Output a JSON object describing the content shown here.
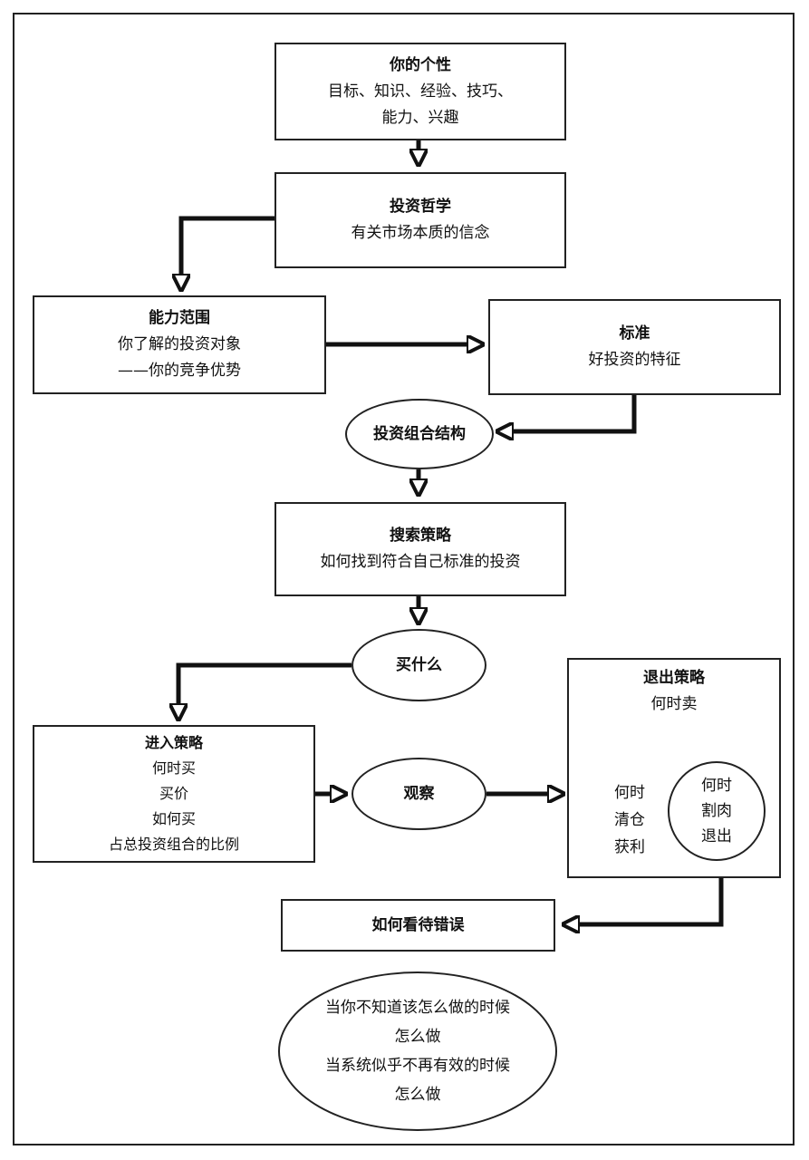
{
  "personality": {
    "title": "你的个性",
    "lines": [
      "目标、知识、经验、技巧、",
      "能力、兴趣"
    ]
  },
  "philosophy": {
    "title": "投资哲学",
    "line": "有关市场本质的信念"
  },
  "competence": {
    "title": "能力范围",
    "lines": [
      "你了解的投资对象",
      "——你的竞争优势"
    ]
  },
  "criteria": {
    "title": "标准",
    "line": "好投资的特征"
  },
  "portfolio": {
    "label": "投资组合结构"
  },
  "search": {
    "title": "搜索策略",
    "line": "如何找到符合自己标准的投资"
  },
  "what_to_buy": {
    "label": "买什么"
  },
  "entry": {
    "title": "进入策略",
    "lines": [
      "何时买",
      "买价",
      "如何买",
      "占总投资组合的比例"
    ]
  },
  "observe": {
    "label": "观察"
  },
  "exit": {
    "title": "退出策略",
    "line": "何时卖",
    "profit": [
      "何时",
      "清仓",
      "获利"
    ],
    "stoploss": [
      "何时",
      "割肉",
      "退出"
    ]
  },
  "mistakes": {
    "label": "如何看待错误"
  },
  "unknown": {
    "lines": [
      "当你不知道该怎么做的时候",
      "怎么做",
      "当系统似乎不再有效的时候",
      "怎么做"
    ]
  }
}
